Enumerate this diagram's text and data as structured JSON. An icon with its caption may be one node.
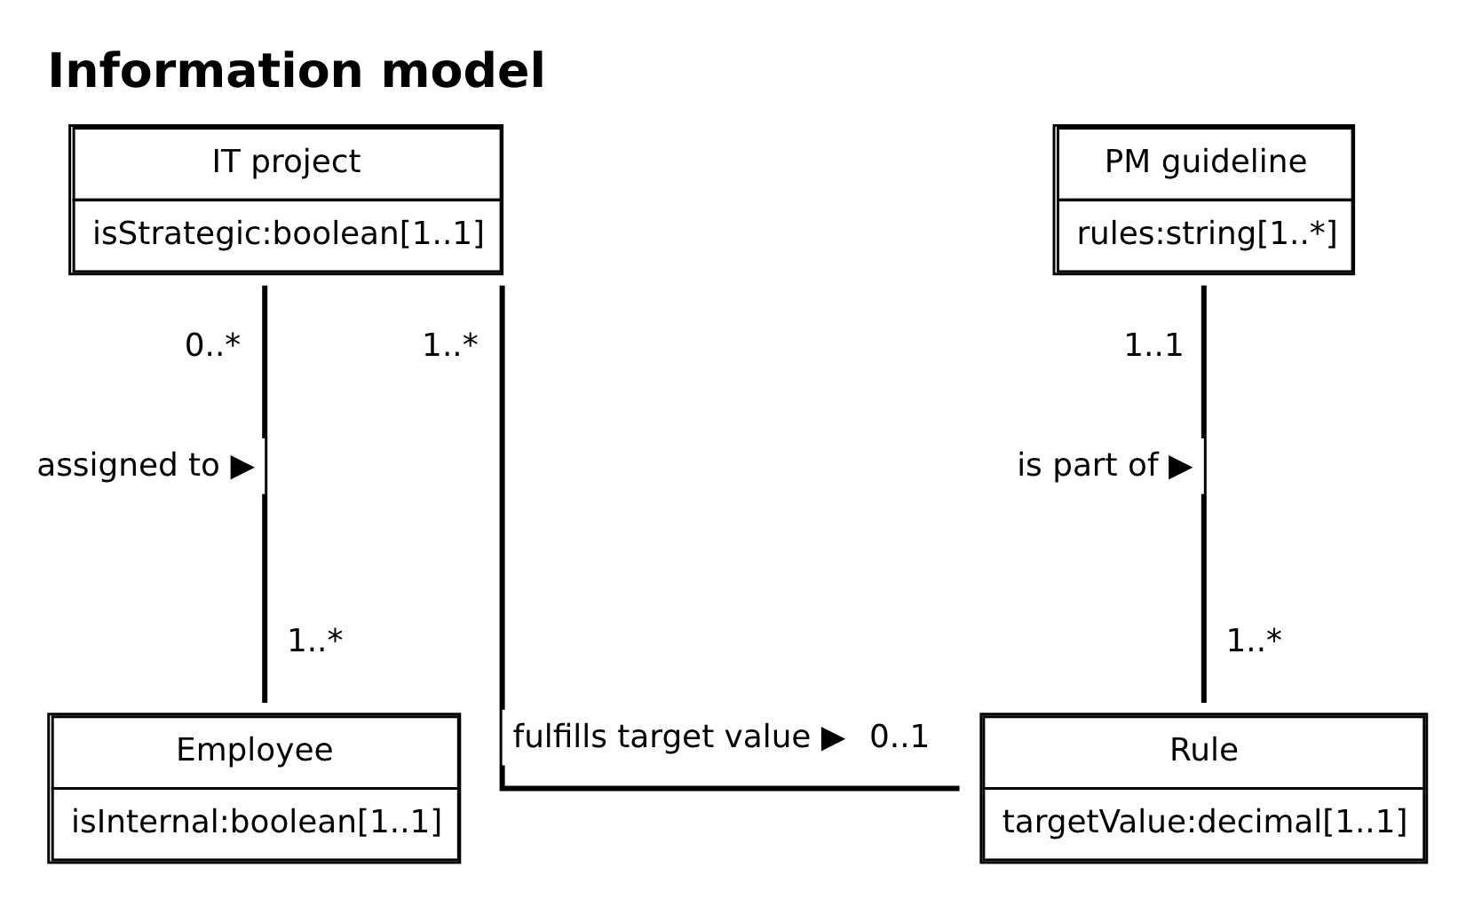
{
  "diagram": {
    "title": "Information model",
    "nodes": [
      {
        "text": [
          "IT project",
          "isStrategic:boolean[1..1]"
        ]
      },
      {
        "text": [
          "PM guideline",
          "rules:string[1..*]"
        ]
      },
      {
        "text": [
          "Employee",
          "isInternal:boolean[1..1]"
        ]
      },
      {
        "text": [
          "Rule",
          "targetValue:decimal[1..1]"
        ]
      }
    ],
    "edges": [
      {
        "from": 0,
        "to": 2,
        "arrow": "none",
        "label": "assigned to ▶"
      },
      {
        "from": 0,
        "to": 3,
        "arrow": "none",
        "label": "fulfills target value ▶"
      },
      {
        "from": 1,
        "to": 3,
        "arrow": "none",
        "label": "is part of ▶"
      }
    ],
    "labels": [
      "0..*",
      "1..*",
      "1..1",
      "1..*",
      "0..1",
      "1..*"
    ]
  }
}
